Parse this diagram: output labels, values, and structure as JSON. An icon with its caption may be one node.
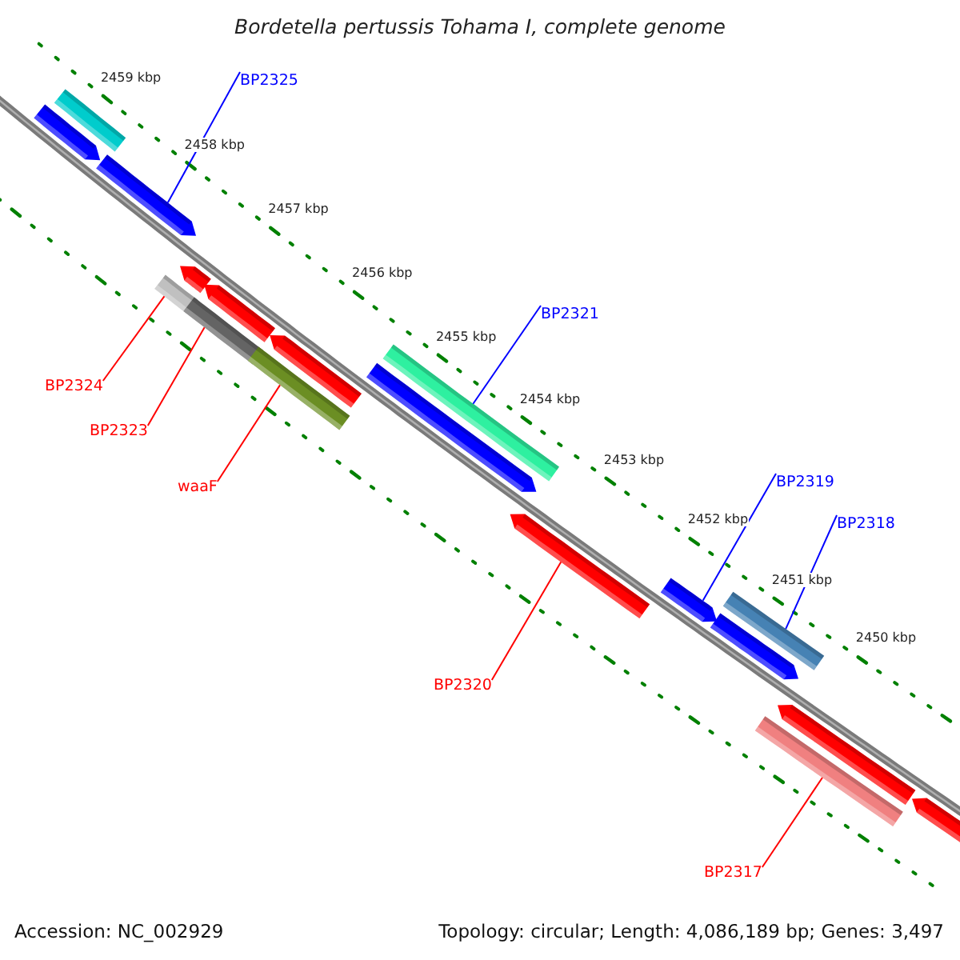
{
  "diagram": {
    "title": "Bordetella pertussis Tohama I, complete genome",
    "nodes": [
      {
        "text": [
          "BP2325"
        ]
      },
      {
        "text": [
          "BP2321"
        ]
      },
      {
        "text": [
          "BP2324"
        ]
      },
      {
        "text": [
          "BP2323"
        ]
      },
      {
        "text": [
          "BP2319"
        ]
      },
      {
        "text": [
          "waaF"
        ]
      },
      {
        "text": [
          "BP2318"
        ]
      },
      {
        "text": [
          "BP2320"
        ]
      },
      {
        "text": [
          "BP2317"
        ]
      },
      {
        "text": [],
        "shape": "arrow"
      },
      {
        "text": [],
        "shape": "bar"
      },
      {
        "text": [],
        "shape": "arrow"
      },
      {
        "text": [],
        "shape": "bar"
      },
      {
        "text": [],
        "shape": "arrow"
      },
      {
        "text": [],
        "shape": "bar"
      },
      {
        "text": [],
        "shape": "arrow"
      },
      {
        "text": [],
        "shape": "bar"
      },
      {
        "text": [],
        "shape": "arrow"
      },
      {
        "text": [],
        "shape": "arrow"
      },
      {
        "text": [],
        "shape": "bar"
      },
      {
        "text": [],
        "shape": "arrow"
      },
      {
        "text": [],
        "shape": "arrow"
      },
      {
        "text": [],
        "shape": "bar"
      },
      {
        "text": [],
        "shape": "arrow"
      },
      {
        "text": [],
        "shape": "bar"
      },
      {
        "text": [],
        "shape": "arrow"
      },
      {
        "text": [],
        "shape": "arrow"
      }
    ],
    "edges": [
      {
        "from": 0,
        "to": 11,
        "arrow": "none",
        "color": "#0000ff"
      },
      {
        "from": 1,
        "to": 19,
        "arrow": "none",
        "color": "#0000ff"
      },
      {
        "from": 2,
        "to": 12,
        "arrow": "none"
      },
      {
        "from": 3,
        "to": 14,
        "arrow": "none"
      },
      {
        "from": 4,
        "to": 21,
        "arrow": "none",
        "color": "#0000ff"
      },
      {
        "from": 5,
        "to": 16,
        "arrow": "none"
      },
      {
        "from": 6,
        "to": 22,
        "arrow": "none",
        "color": "#0000ff"
      },
      {
        "from": 7,
        "to": 20,
        "arrow": "none"
      },
      {
        "from": 8,
        "to": 24,
        "arrow": "none"
      }
    ],
    "labels": [
      "2459 kbp",
      "2458 kbp",
      "2457 kbp",
      "2456 kbp",
      "2455 kbp",
      "2454 kbp",
      "2453 kbp",
      "2452 kbp",
      "2451 kbp",
      "2450 kbp",
      "Accession: NC_002929",
      "Topology: circular; Length: 4,086,189 bp; Genes: 3,497"
    ]
  }
}
